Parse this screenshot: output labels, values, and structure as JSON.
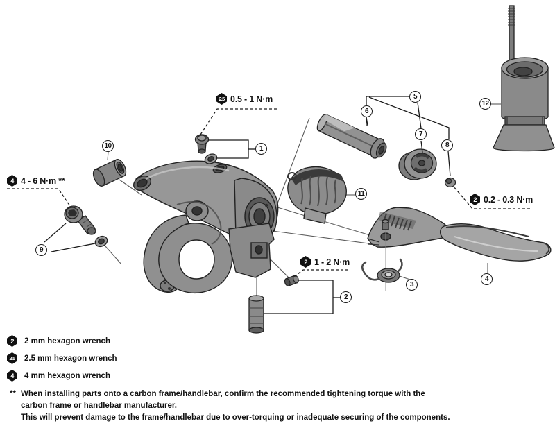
{
  "diagram": {
    "callouts": [
      {
        "label": "1"
      },
      {
        "label": "2"
      },
      {
        "label": "3"
      },
      {
        "label": "4"
      },
      {
        "label": "5"
      },
      {
        "label": "6"
      },
      {
        "label": "7"
      },
      {
        "label": "8"
      },
      {
        "label": "9"
      },
      {
        "label": "10"
      },
      {
        "label": "11"
      },
      {
        "label": "12"
      }
    ],
    "torque_labels": [
      {
        "wrench": "2.5",
        "torque": "0.5 - 1 N·m"
      },
      {
        "wrench": "4",
        "torque": "4 - 6 N·m **"
      },
      {
        "wrench": "2",
        "torque": "1 - 2 N·m"
      },
      {
        "wrench": "2",
        "torque": "0.2 - 0.3 N·m"
      }
    ],
    "legend": [
      {
        "wrench": "2",
        "label": "2 mm hexagon wrench"
      },
      {
        "wrench": "2.5",
        "label": "2.5 mm hexagon wrench"
      },
      {
        "wrench": "4",
        "label": "4 mm hexagon wrench"
      }
    ],
    "footnote": {
      "marker": "**",
      "lines": [
        "When installing parts onto a carbon frame/handlebar, confirm the recommended tightening torque with the",
        "carbon frame or handlebar manufacturer.",
        "This will prevent damage to the frame/handlebar due to over-torquing or inadequate securing of the components."
      ]
    },
    "colors": {
      "background": "#ffffff",
      "outline": "#222222",
      "part_gray": "#8f8f8f",
      "dark_gray": "#4a4a4a",
      "badge_black": "#111111"
    }
  }
}
